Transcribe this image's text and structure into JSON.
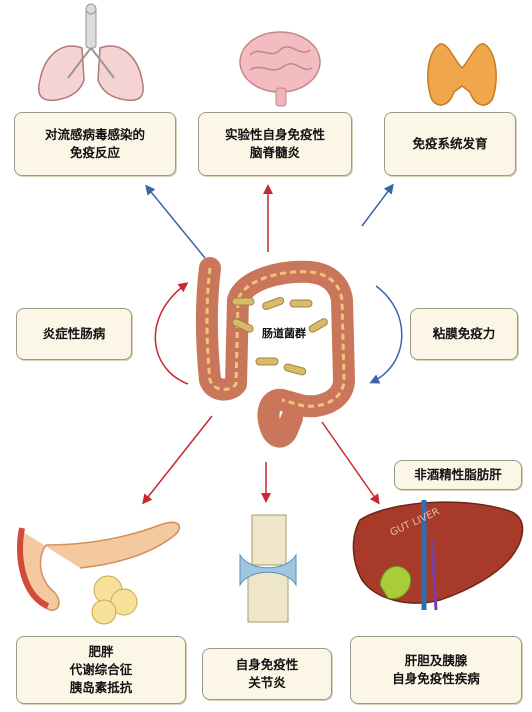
{
  "center_label": "肠道菌群",
  "boxes": {
    "influenza": [
      "对流感病毒感染的",
      "免疫反应"
    ],
    "eae": [
      "实验性自身免疫性",
      "脑脊髓炎"
    ],
    "immune_dev": [
      "免疫系统发育"
    ],
    "ibd": [
      "炎症性肠病"
    ],
    "mucosal": [
      "粘膜免疫力"
    ],
    "nafld": [
      "非酒精性脂肪肝"
    ],
    "metabolic": [
      "肥胖",
      "代谢综合征",
      "胰岛素抵抗"
    ],
    "arthritis": [
      "自身免疫性",
      "关节炎"
    ],
    "hepatobiliary": [
      "肝胆及胰腺",
      "自身免疫性疾病"
    ]
  },
  "liver_text": "GUT LIVER",
  "colors": {
    "arrow_blue": "#3a64a8",
    "arrow_red": "#c8282e",
    "box_fill": "#fbf6e6",
    "intestine": "#c9765a",
    "liver": "#a83a2a"
  }
}
